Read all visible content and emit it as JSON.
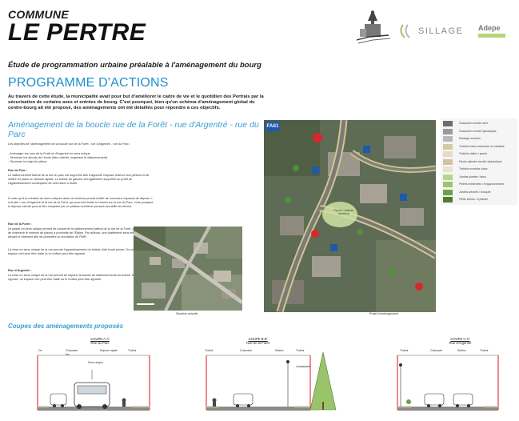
{
  "header": {
    "commune": "COMMUNE",
    "title": "LE PERTRE",
    "subtitle": "Étude de programmation urbaine préalable à l'aménagement du bourg",
    "section": "PROGRAMME D'ACTIONS",
    "intro": "Au travers de cette étude, la municipalité avait pour but d'améliorer le cadre de vie et le quotidien des Pertrais par la sécurisation de certains axes et entrées de bourg. C'est pourquoi, bien qu'un schéma d'aménagement global du centre-bourg ait été proposé, des aménagements ont été détaillés pour répondre à ces objectifs."
  },
  "logos": {
    "sillage": "SILLAGE",
    "adepe": "Adepe"
  },
  "action": {
    "heading": "Aménagement de la boucle rue de la Forêt - rue d'Argentré - rue du Parc",
    "badge": "FAS1",
    "intro_text": "Les objectifs de l'aménagement de la boucle rue de la Forêt - rue d'Argentré - rue du Parc :",
    "bullets": [
      "- Aménager les rues de la Forêt et d'Argentré en sens unique",
      "- Sécuriser les abords de l'école (faire ralentir, organiser le stationnement)",
      "- Sécuriser le trajet du piéton"
    ],
    "p1_title": "Rue du Parc :",
    "p1": "Le stationnement latéral de la rue du parc est supprimé afin d'agrandir l'espace réservé aux piétons et de mettre en place un dépose rapide. Le trottoir de gauche est également supprimé au profit de l'agrandissement conséquent de celui situé à droite.",
    "p2": "À noter qu'à la création de sens uniques dans ce schéma permet d'offrir de nouveaux espaces de dépose « à droite » rue d'Argentré et la rue de la Forêt, qui pourront limiter le besoin sur la rue du Parc, c'est pourquoi le dépose minute pourra être remplacé par un plateau surélevé pouvant accueillir les élèves.",
    "p3_title": "Rue de la Forêt :",
    "p3": "Le passé en sens unique permet de conserver le stationnement latéral de la rue de la Forêt, ce qui permet de maintenir le nombre de places à proximité de l'Église. Par ailleurs, une plateforme sera mise en place devant le bâtiment afin de permettre la circulation de PMR.",
    "p4": "La mise en sens unique de la rue permet l'agrandissement du trottoir côté école privée. Du côté opposé, un espace vert peut être traité ou le trottoir peut être agrandi.",
    "p5_title": "Rue d'Argentré :",
    "p5": "La mise en sens unique de la rue permet de séparer la bande de stationnements du trottoir. Du côté opposé, un espace vert peut être traité ou le trottoir peut être agrandi."
  },
  "maps": {
    "existing_caption": "Situation actuelle",
    "project_caption": "Projet d'aménagement",
    "project_label": "Parvis / plateau surélevé"
  },
  "legend": [
    {
      "label": "Chaussée enrobé noire",
      "color": "#6d6d6d"
    },
    {
      "label": "Chaussée enrobé hydraulique",
      "color": "#9a9a9a"
    },
    {
      "label": "Rabtage enrobés",
      "color": "#b8b8b8"
    },
    {
      "label": "Trottoirs béton désactivé ou similaire",
      "color": "#d9c8a5"
    },
    {
      "label": "Trottoirs dalles / pavés",
      "color": "#e6dcc2"
    },
    {
      "label": "Pavés calcaire mortier hydraulique",
      "color": "#cfc3a0"
    },
    {
      "label": "Trottoirs enrobés clairs",
      "color": "#e8e2cf"
    },
    {
      "label": "Jardins plantés / talus",
      "color": "#b7d48a"
    },
    {
      "label": "Pelées enherbées / engazonnement",
      "color": "#9fc46e"
    },
    {
      "label": "Jardins arborés / bosquet",
      "color": "#6f9e4a"
    },
    {
      "label": "Petits arbres / à planter",
      "color": "#4f7d33"
    }
  ],
  "sections": {
    "heading": "Coupes des aménagements proposés",
    "coupes": [
      {
        "title": "COUPE A-A'",
        "street": "Rue du Parc",
        "dims": [
          "2m",
          "Chaussée",
          "5m",
          "Dépose rapide",
          "Trottoir"
        ],
        "extra": "Sens unique"
      },
      {
        "title": "COUPE B-B'",
        "street": "Rue de la Forêt",
        "dims": [
          "Trottoir",
          "Chaussée",
          "Station.",
          "Trottoir"
        ],
        "extra": "Lampadaire"
      },
      {
        "title": "COUPE C-C'",
        "street": "Rue d'Argentré",
        "dims": [
          "Trottoir",
          "Chaussée",
          "Station.",
          "Trottoir"
        ],
        "extra": ""
      }
    ]
  }
}
